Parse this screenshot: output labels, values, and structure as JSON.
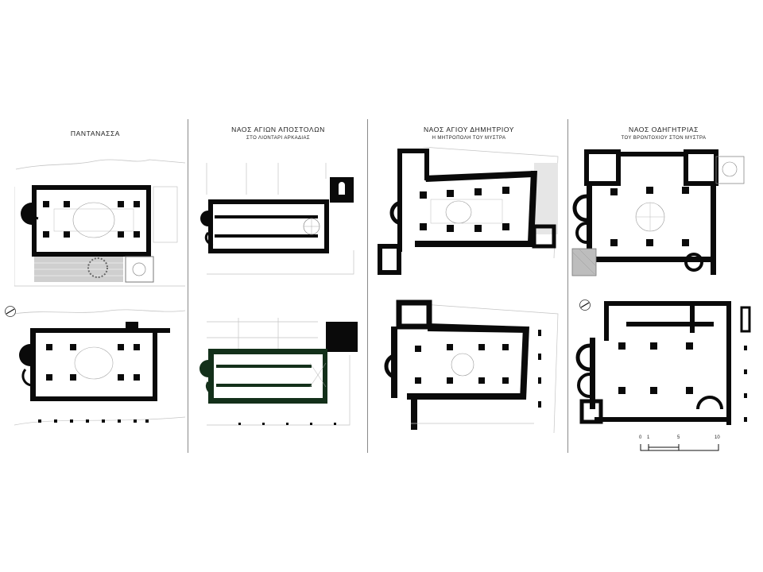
{
  "columns": [
    {
      "title": "ΠΑΝΤΑΝΑΣΣΑ",
      "subtitle": ""
    },
    {
      "title": "ΝΑΟΣ ΑΓΙΩΝ ΑΠΟΣΤΟΛΩΝ",
      "subtitle": "ΣΤΟ ΛΙΟΝΤΑΡΙ ΑΡΚΑΔΙΑΣ"
    },
    {
      "title": "ΝΑΟΣ ΑΓΙΟΥ ΔΗΜΗΤΡΙΟΥ",
      "subtitle": "Η ΜΗΤΡΟΠΟΛΗ ΤΟΥ ΜΥΣΤΡΑ"
    },
    {
      "title": "ΝΑΟΣ ΟΔΗΓΗΤΡΙΑΣ",
      "subtitle": "ΤΟΥ ΒΡΟΝΤΟΧΙΟΥ ΣΤΟΝ ΜΥΣΤΡΑ"
    }
  ],
  "scale_bar": {
    "labels": [
      "0",
      "1",
      "5",
      "10"
    ]
  },
  "colors": {
    "wall": "#0a0a0a",
    "wall_green": "#13301a",
    "hatch": "#b8b8b8",
    "context": "#c4c4c4"
  }
}
